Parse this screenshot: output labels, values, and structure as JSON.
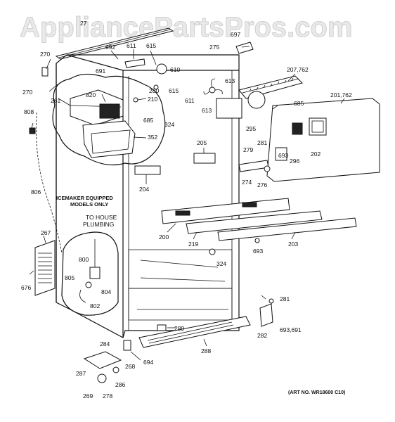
{
  "watermark": "AppliancePartsPros.com",
  "art_number": "(ART NO. WR18600 C10)",
  "notes": {
    "icemaker_line1": "ICEMAKER EQUIPPED",
    "icemaker_line2": "MODELS ONLY",
    "plumbing_line1": "TO HOUSE",
    "plumbing_line2": "PLUMBING"
  },
  "callouts": {
    "c27": "27",
    "c697": "697",
    "c275": "275",
    "c692": "692",
    "c611a": "611",
    "c615a": "615",
    "c270a": "270",
    "c270b": "270",
    "c691": "691",
    "c610": "610",
    "c615b": "615",
    "c280": "280",
    "c611b": "611",
    "c613a": "613",
    "c613b": "613",
    "c207": "207,762",
    "c201": "201,762",
    "c261": "261",
    "c820": "820",
    "c210": "210",
    "c685a": "685",
    "c685b": "685",
    "c808": "808",
    "c324a": "324",
    "c352": "352",
    "c295": "295",
    "c281a": "281",
    "c279": "279",
    "c693a": "693",
    "c296": "296",
    "c202": "202",
    "c205": "205",
    "c204": "204",
    "c274": "274",
    "c276": "276",
    "c806": "806",
    "c200": "200",
    "c219": "219",
    "c203": "203",
    "c267": "267",
    "c693b": "693",
    "c324b": "324",
    "c800": "800",
    "c805": "805",
    "c804": "804",
    "c802": "802",
    "c676": "676",
    "c281b": "281",
    "c693_691": "693,691",
    "c282": "282",
    "c289": "289",
    "c284": "284",
    "c288": "288",
    "c694": "694",
    "c287": "287",
    "c268": "268",
    "c286": "286",
    "c269": "269",
    "c278": "278"
  }
}
